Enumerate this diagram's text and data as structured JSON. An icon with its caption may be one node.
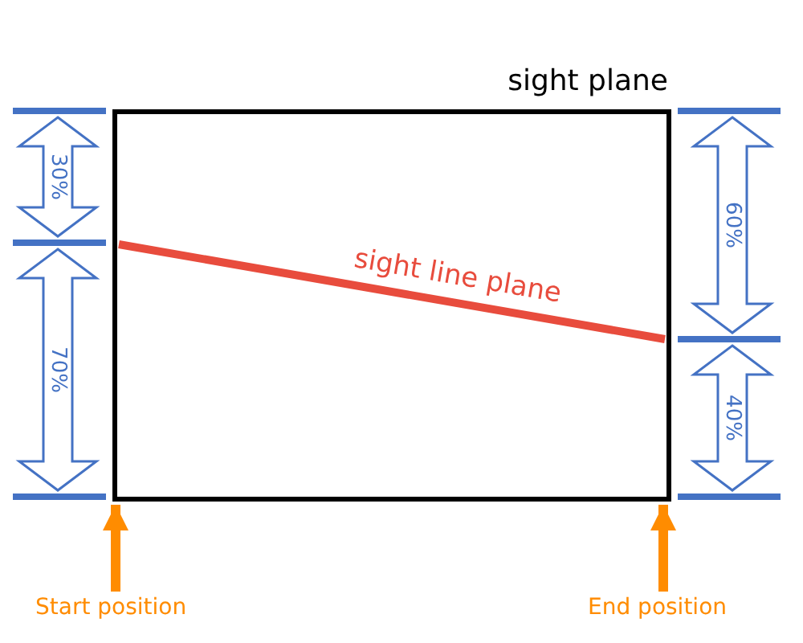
{
  "diagram": {
    "nodes": [
      {
        "text": [
          "sight plane"
        ]
      },
      {
        "text": [
          "Start position"
        ]
      },
      {
        "text": [
          "End position"
        ]
      }
    ],
    "edges": [
      {
        "from": 1,
        "to": 0,
        "arrow": "to"
      },
      {
        "from": 2,
        "to": 0,
        "arrow": "to"
      }
    ],
    "labels": [
      "30%",
      "60%",
      "sight line plane",
      "70%",
      "40%"
    ]
  }
}
